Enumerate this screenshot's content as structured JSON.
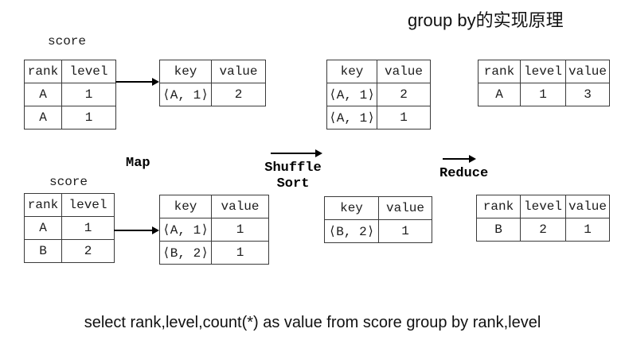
{
  "title": "group by的实现原理",
  "caption": "select rank,level,count(*) as value from score group by rank,level",
  "source_tables": {
    "top_label": "score",
    "bottom_label": "score"
  },
  "stage_labels": {
    "map": "Map",
    "shuffle_line1": "Shuffle",
    "shuffle_line2": "Sort",
    "reduce": "Reduce"
  },
  "colors": {
    "table_border": "#3a3a3a",
    "arrow": "#000000",
    "text": "#1c1c1c"
  },
  "icons": {
    "flow_arrow": "right-arrow"
  },
  "tables": {
    "score_top": {
      "headers": [
        "rank",
        "level"
      ],
      "rows": [
        [
          "A",
          "1"
        ],
        [
          "A",
          "1"
        ]
      ]
    },
    "map_out_top": {
      "headers": [
        "key",
        "value"
      ],
      "rows": [
        [
          "⟨A, 1⟩",
          "2"
        ]
      ]
    },
    "shuffle_out_top": {
      "headers": [
        "key",
        "value"
      ],
      "rows": [
        [
          "⟨A, 1⟩",
          "2"
        ],
        [
          "⟨A, 1⟩",
          "1"
        ]
      ]
    },
    "reduce_out_top": {
      "headers": [
        "rank",
        "level",
        "value"
      ],
      "rows": [
        [
          "A",
          "1",
          "3"
        ]
      ]
    },
    "score_bottom": {
      "headers": [
        "rank",
        "level"
      ],
      "rows": [
        [
          "A",
          "1"
        ],
        [
          "B",
          "2"
        ]
      ]
    },
    "map_out_bottom": {
      "headers": [
        "key",
        "value"
      ],
      "rows": [
        [
          "⟨A, 1⟩",
          "1"
        ],
        [
          "⟨B, 2⟩",
          "1"
        ]
      ]
    },
    "shuffle_out_bottom": {
      "headers": [
        "key",
        "value"
      ],
      "rows": [
        [
          "⟨B, 2⟩",
          "1"
        ]
      ]
    },
    "reduce_out_bottom": {
      "headers": [
        "rank",
        "level",
        "value"
      ],
      "rows": [
        [
          "B",
          "2",
          "1"
        ]
      ]
    }
  }
}
